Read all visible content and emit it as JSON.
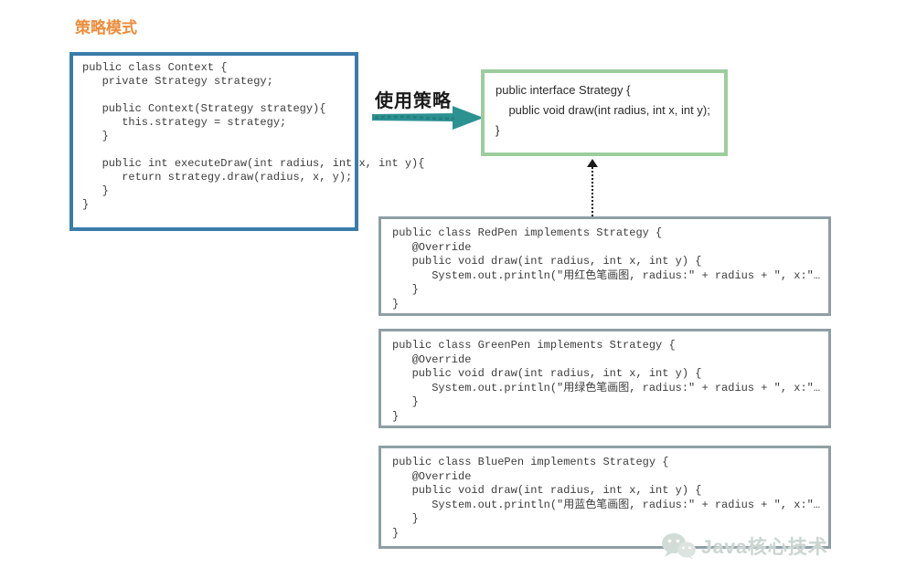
{
  "page": {
    "title": "策略模式"
  },
  "colors": {
    "title_orange": "#ED8C3B",
    "context_border_blue": "#3A7CA9",
    "strategy_border_green": "#9DCC9D",
    "impl_border_gray": "#8E9FA4",
    "arrow_teal": "#2C9191",
    "code_text": "#3C3C3C",
    "watermark_gray": "#CCD6D1"
  },
  "context_box": {
    "code_lines": [
      "public class Context {",
      "   private Strategy strategy;",
      "",
      "   public Context(Strategy strategy){",
      "      this.strategy = strategy;",
      "   }",
      "",
      "   public int executeDraw(int radius, int x, int y){",
      "      return strategy.draw(radius, x, y);",
      "   }",
      "}"
    ]
  },
  "use_strategy_arrow": {
    "label": "使用策略"
  },
  "strategy_box": {
    "code_lines": [
      "public interface Strategy {",
      "    public void draw(int radius, int x, int y);",
      "}"
    ]
  },
  "impl_boxes": [
    {
      "name": "RedPen",
      "code_lines": [
        "public class RedPen implements Strategy {",
        "   @Override",
        "   public void draw(int radius, int x, int y) {",
        "      System.out.println(\"用红色笔画图, radius:\" + radius + \", x:\"…",
        "   }",
        "}"
      ]
    },
    {
      "name": "GreenPen",
      "code_lines": [
        "public class GreenPen implements Strategy {",
        "   @Override",
        "   public void draw(int radius, int x, int y) {",
        "      System.out.println(\"用绿色笔画图, radius:\" + radius + \", x:\"…",
        "   }",
        "}"
      ]
    },
    {
      "name": "BluePen",
      "code_lines": [
        "public class BluePen implements Strategy {",
        "   @Override",
        "   public void draw(int radius, int x, int y) {",
        "      System.out.println(\"用蓝色笔画图, radius:\" + radius + \", x:\"…",
        "   }",
        "}"
      ]
    }
  ],
  "watermark": {
    "text": "Java核心技术"
  }
}
